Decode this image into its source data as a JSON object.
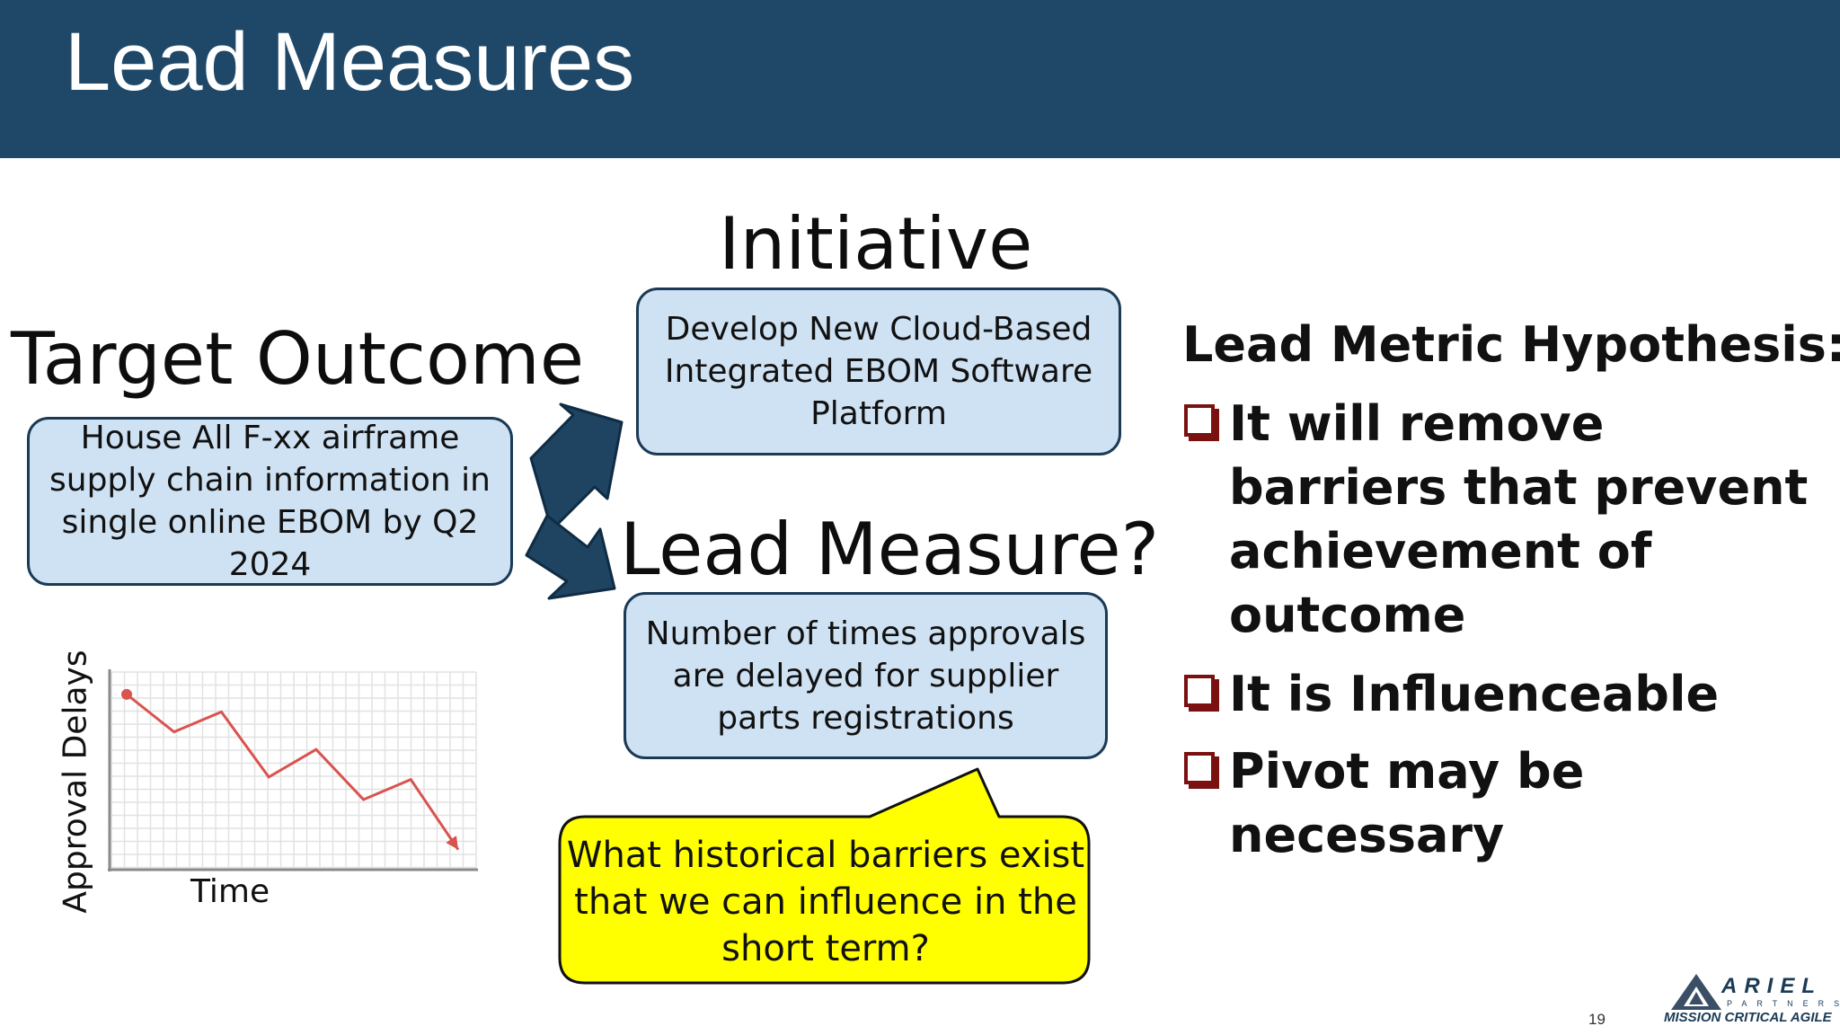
{
  "header": {
    "title": "Lead Measures"
  },
  "initiative": {
    "heading": "Initiative",
    "box_text": "Develop New Cloud-Based Integrated EBOM Software Platform"
  },
  "target_outcome": {
    "heading": "Target Outcome",
    "box_text": "House All F-xx airframe supply chain information in single online EBOM by Q2 2024"
  },
  "lead_measure": {
    "heading": "Lead Measure?",
    "box_text": "Number of times approvals are delayed for supplier parts registrations"
  },
  "callout": {
    "text": "What historical barriers exist that we can influence in the short term?",
    "color": "#ffff00"
  },
  "chart_data": {
    "type": "line",
    "xlabel": "Time",
    "ylabel": "Approval Delays",
    "grid": true,
    "x": [
      0,
      1,
      2,
      3,
      4,
      5,
      6,
      7
    ],
    "values": [
      7,
      5.5,
      6.3,
      3.7,
      4.8,
      2.8,
      3.6,
      0.8
    ],
    "ylim": [
      0,
      8
    ],
    "line_color": "#d9534f"
  },
  "hypothesis": {
    "title": "Lead Metric Hypothesis:",
    "items": [
      "It will remove barriers that prevent achievement of outcome",
      "It is Influenceable",
      "Pivot may be necessary"
    ]
  },
  "footer": {
    "page_number": "19",
    "logo": {
      "word": "ARIEL",
      "sub": "PARTNERS",
      "tagline": "MISSION CRITICAL AGILE"
    }
  },
  "colors": {
    "header_bg": "#1f4868",
    "box_bg": "#cfe2f3",
    "box_border": "#1b3a56",
    "arrow": "#1e4462",
    "checkbox": "#7a1010"
  }
}
